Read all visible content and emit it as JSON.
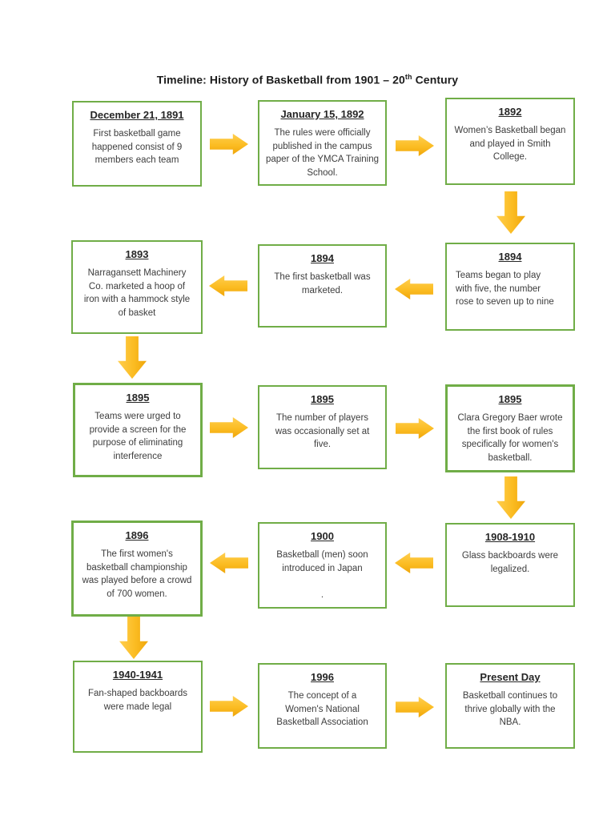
{
  "page": {
    "title": {
      "prefix": "Timeline: History of Basketball from 1901 – 20",
      "superscript": "th",
      "suffix": " Century"
    }
  },
  "colors": {
    "box_border_green": "#70AD47",
    "arrow_gold": "#FBBC22",
    "text_dark": "#3D3D3D"
  },
  "boxes": {
    "r1c1": {
      "title": "December 21, 1891",
      "body": "First basketball game\nhappened consist of 9\nmembers each team"
    },
    "r1c2": {
      "title": "January 15, 1892",
      "body": "The rules were officially\npublished in the campus\npaper of the YMCA Training\nSchool."
    },
    "r1c3": {
      "title": "1892",
      "body": "Women’s Basketball began\nand played in Smith\nCollege."
    },
    "r2c1": {
      "title": "1893",
      "body": "Narragansett Machinery\nCo. marketed a hoop of\niron with a hammock style\nof basket"
    },
    "r2c2": {
      "title": "1894",
      "body": "The first basketball was\nmarketed."
    },
    "r2c3": {
      "title": "1894",
      "body": "Teams began to play\nwith five, the number\nrose to seven up to nine"
    },
    "r3c1": {
      "title": "1895",
      "body": "Teams were urged to\nprovide a screen for the\npurpose of eliminating\ninterference"
    },
    "r3c2": {
      "title": "1895",
      "body": "The number of players\nwas occasionally set at\nfive."
    },
    "r3c3": {
      "title": "1895",
      "body": "Clara Gregory Baer wrote\nthe first book of rules\nspecifically for women's\nbasketball."
    },
    "r4c1": {
      "title": "1896",
      "body": "The first women's\nbasketball championship\nwas played before a crowd\nof 700 women."
    },
    "r4c2": {
      "title": "1900",
      "body": "Basketball (men) soon\nintroduced in Japan\n\n."
    },
    "r4c3": {
      "title": "1908-1910",
      "body": "Glass backboards were\nlegalized."
    },
    "r5c1": {
      "title": "1940-1941",
      "body": "Fan-shaped backboards\nwere made legal"
    },
    "r5c2": {
      "title": "1996",
      "body": "The concept of a\nWomen's National\nBasketball Association"
    },
    "r5c3": {
      "title": "Present Day",
      "body": "Basketball continues to\nthrive globally with the\nNBA."
    }
  }
}
